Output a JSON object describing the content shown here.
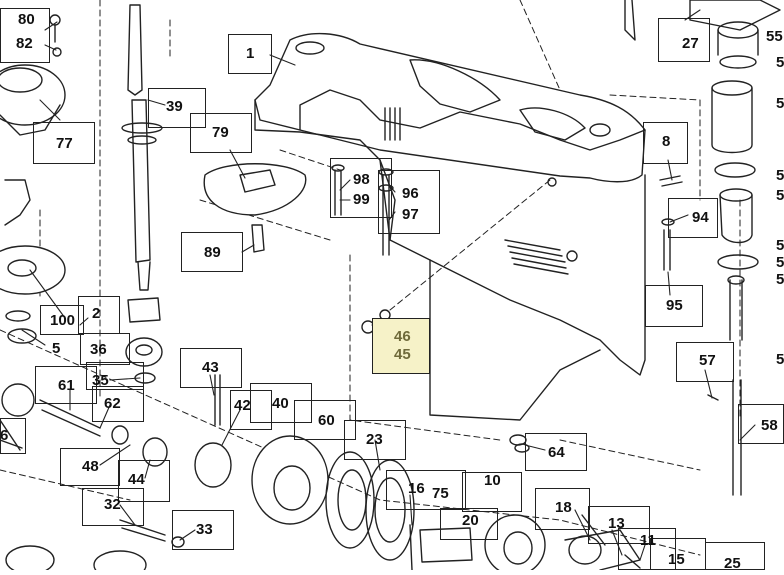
{
  "diagram": {
    "labels": [
      {
        "id": "80",
        "text": "80"
      },
      {
        "id": "82",
        "text": "82"
      },
      {
        "id": "77",
        "text": "77"
      },
      {
        "id": "39",
        "text": "39"
      },
      {
        "id": "79",
        "text": "79"
      },
      {
        "id": "1",
        "text": "1"
      },
      {
        "id": "27",
        "text": "27"
      },
      {
        "id": "55",
        "text": "55"
      },
      {
        "id": "5r1",
        "text": "5"
      },
      {
        "id": "5r2",
        "text": "5"
      },
      {
        "id": "5r3",
        "text": "5"
      },
      {
        "id": "5r4",
        "text": "5"
      },
      {
        "id": "5r5",
        "text": "5"
      },
      {
        "id": "5r6",
        "text": "5"
      },
      {
        "id": "5r7",
        "text": "5"
      },
      {
        "id": "5r8",
        "text": "5"
      },
      {
        "id": "8",
        "text": "8"
      },
      {
        "id": "98",
        "text": "98"
      },
      {
        "id": "96",
        "text": "96"
      },
      {
        "id": "99",
        "text": "99"
      },
      {
        "id": "97",
        "text": "97"
      },
      {
        "id": "94",
        "text": "94"
      },
      {
        "id": "89",
        "text": "89"
      },
      {
        "id": "95",
        "text": "95"
      },
      {
        "id": "100",
        "text": "100"
      },
      {
        "id": "2",
        "text": "2"
      },
      {
        "id": "5l",
        "text": "5"
      },
      {
        "id": "36",
        "text": "36"
      },
      {
        "id": "46",
        "text": "46"
      },
      {
        "id": "45",
        "text": "45"
      },
      {
        "id": "43",
        "text": "43"
      },
      {
        "id": "61",
        "text": "61"
      },
      {
        "id": "35",
        "text": "35"
      },
      {
        "id": "57",
        "text": "57"
      },
      {
        "id": "42",
        "text": "42"
      },
      {
        "id": "40",
        "text": "40"
      },
      {
        "id": "62",
        "text": "62"
      },
      {
        "id": "60",
        "text": "60"
      },
      {
        "id": "58",
        "text": "58"
      },
      {
        "id": "6",
        "text": "6"
      },
      {
        "id": "23",
        "text": "23"
      },
      {
        "id": "64",
        "text": "64"
      },
      {
        "id": "48",
        "text": "48"
      },
      {
        "id": "44",
        "text": "44"
      },
      {
        "id": "16",
        "text": "16"
      },
      {
        "id": "75",
        "text": "75"
      },
      {
        "id": "10",
        "text": "10"
      },
      {
        "id": "18",
        "text": "18"
      },
      {
        "id": "32",
        "text": "32"
      },
      {
        "id": "20",
        "text": "20"
      },
      {
        "id": "13",
        "text": "13"
      },
      {
        "id": "33",
        "text": "33"
      },
      {
        "id": "11",
        "text": "11"
      },
      {
        "id": "15",
        "text": "15"
      },
      {
        "id": "25",
        "text": "25"
      }
    ]
  }
}
